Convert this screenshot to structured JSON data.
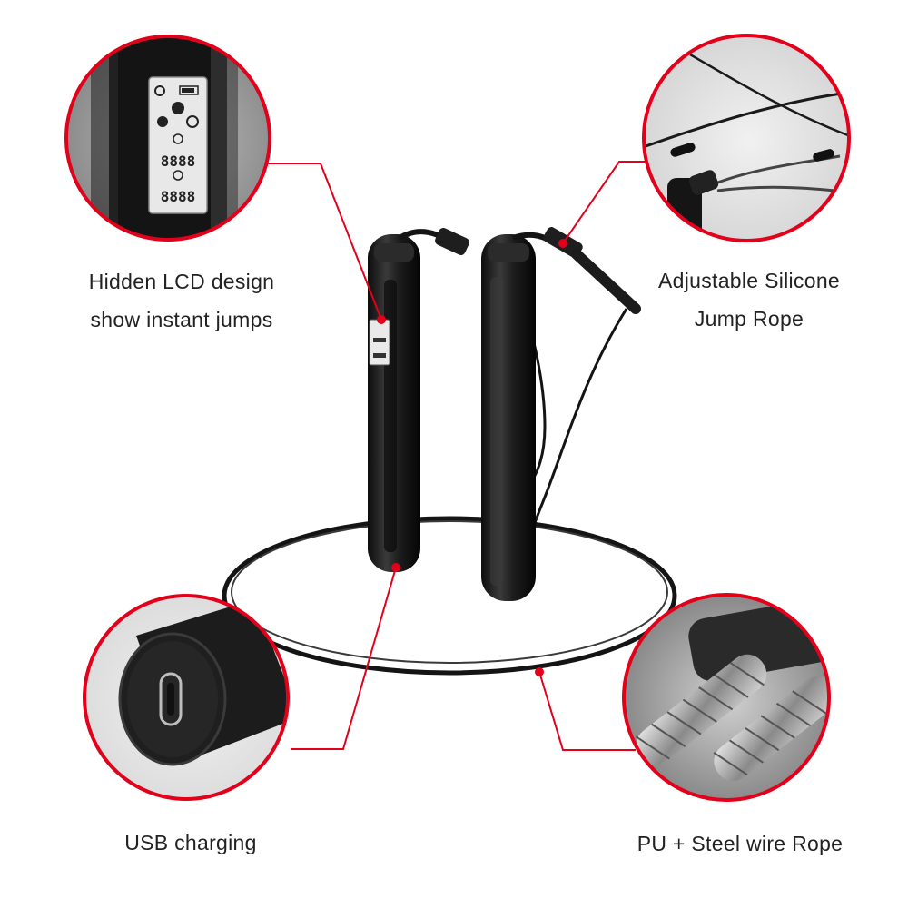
{
  "callouts": {
    "lcd": {
      "line1": "Hidden LCD design",
      "line2": "show instant jumps"
    },
    "silicone": {
      "line1": "Adjustable Silicone",
      "line2": "Jump Rope"
    },
    "usb": {
      "label": "USB charging"
    },
    "steel": {
      "label": "PU + Steel wire Rope"
    }
  },
  "lcd_readout": {
    "count": "8888",
    "time": "8888"
  },
  "colors": {
    "accent": "#e3001b",
    "handle": "#1a1a1a",
    "rope": "#141414",
    "caption": "#222222"
  }
}
